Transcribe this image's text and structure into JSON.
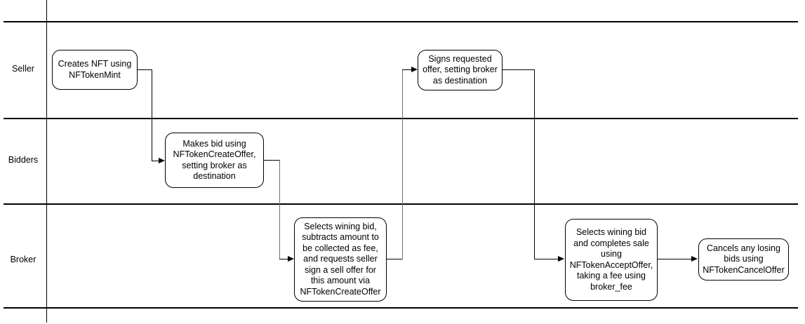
{
  "diagram": {
    "type": "swimlane-flowchart",
    "lanes": [
      {
        "label": "Seller"
      },
      {
        "label": "Bidders"
      },
      {
        "label": "Broker"
      }
    ],
    "nodes": [
      {
        "id": "creates-nft",
        "lane": "Seller",
        "text": "Creates NFT using\nNFTokenMint"
      },
      {
        "id": "makes-bid",
        "lane": "Bidders",
        "text": "Makes bid using\nNFTokenCreateOffer,\nsetting broker as\ndestination"
      },
      {
        "id": "selects-bid-requests-offer",
        "lane": "Broker",
        "text": "Selects wining bid,\nsubtracts amount to\nbe collected as fee,\nand requests seller\nsign a sell offer for\nthis amount via\nNFTokenCreateOffer"
      },
      {
        "id": "signs-offer",
        "lane": "Seller",
        "text": "Signs requested\noffer, setting broker\nas destination"
      },
      {
        "id": "completes-sale",
        "lane": "Broker",
        "text": "Selects wining bid\nand completes sale\nusing\nNFTokenAcceptOffer,\ntaking a fee using\nbroker_fee"
      },
      {
        "id": "cancels-bids",
        "lane": "Broker",
        "text": "Cancels any losing\nbids using\nNFTokenCancelOffer"
      }
    ],
    "edges": [
      {
        "from": "creates-nft",
        "to": "makes-bid"
      },
      {
        "from": "makes-bid",
        "to": "selects-bid-requests-offer"
      },
      {
        "from": "selects-bid-requests-offer",
        "to": "signs-offer"
      },
      {
        "from": "signs-offer",
        "to": "completes-sale"
      },
      {
        "from": "completes-sale",
        "to": "cancels-bids"
      }
    ],
    "colors": {
      "background": "#ffffff",
      "line": "#000000",
      "connector_muted": "#6e6e6e",
      "node_fill": "#ffffff",
      "node_border": "#000000",
      "text": "#000000"
    }
  }
}
